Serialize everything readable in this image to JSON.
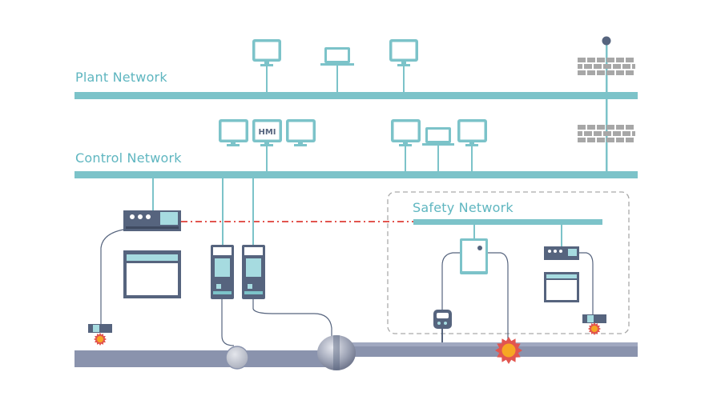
{
  "networks": {
    "plant": {
      "label": "Plant Network"
    },
    "control": {
      "label": "Control Network",
      "hmi_label": "HMI"
    },
    "safety": {
      "label": "Safety Network"
    }
  },
  "colors": {
    "teal": "#7cc3c9",
    "teal_light": "#a6dbe0",
    "slate": "#56647e",
    "pipe": "#8a93ad",
    "red_dash": "#e2554f",
    "orange": "#f08a2a",
    "grey_box": "#a7a7a7"
  },
  "icons": [
    "monitor-icon",
    "laptop-icon",
    "firewall-icon",
    "controller-icon",
    "io-module-icon",
    "valve-icon",
    "sensor-icon",
    "flame-icon"
  ]
}
